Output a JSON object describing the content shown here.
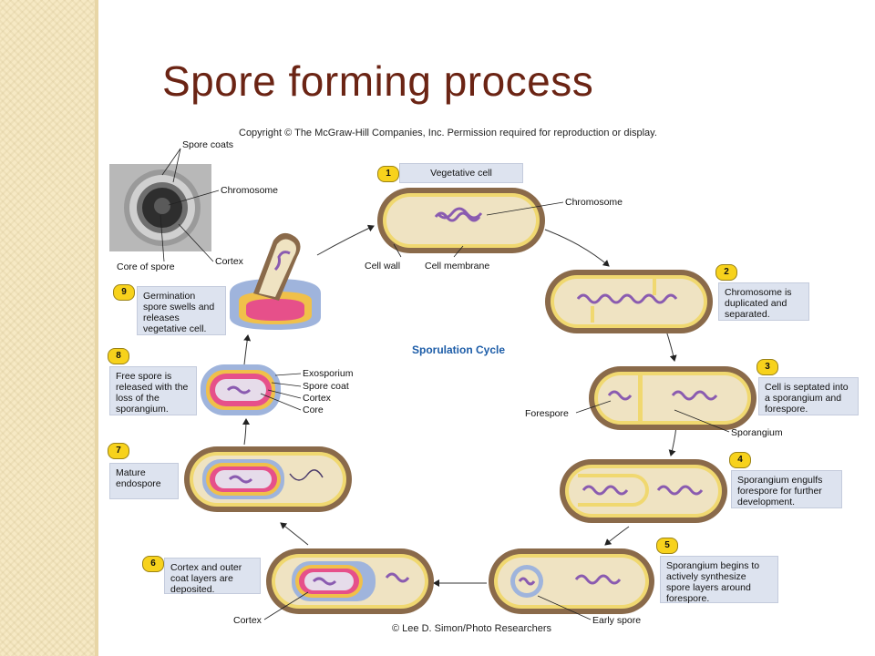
{
  "title": "Spore forming process",
  "copyright": "Copyright © The McGraw-Hill Companies, Inc. Permission required for reproduction or display.",
  "credit": "© Lee D. Simon/Photo Researchers",
  "cycle_label": "Sporulation Cycle",
  "micrograph_labels": {
    "spore_coats": "Spore coats",
    "chromosome": "Chromosome",
    "cortex": "Cortex",
    "core": "Core of spore"
  },
  "steps": [
    {
      "num": "1",
      "text": "Vegetative cell"
    },
    {
      "num": "2",
      "text": "Chromosome is duplicated and separated."
    },
    {
      "num": "3",
      "text": "Cell is septated into a sporangium and forespore."
    },
    {
      "num": "4",
      "text": "Sporangium engulfs forespore for further development."
    },
    {
      "num": "5",
      "text": "Sporangium begins to actively synthesize spore layers around forespore."
    },
    {
      "num": "6",
      "text": "Cortex and outer coat layers are deposited."
    },
    {
      "num": "7",
      "text": "Mature endospore"
    },
    {
      "num": "8",
      "text": "Free spore is released with the loss of the sporangium."
    },
    {
      "num": "9",
      "text": "Germination spore swells and releases vegetative cell."
    }
  ],
  "part_labels": {
    "chromosome": "Chromosome",
    "cell_wall": "Cell wall",
    "cell_membrane": "Cell membrane",
    "forespore": "Forespore",
    "sporangium": "Sporangium",
    "early_spore": "Early spore",
    "cortex": "Cortex",
    "exosporium": "Exosporium",
    "spore_coat": "Spore coat",
    "cortex8": "Cortex",
    "core": "Core"
  },
  "colors": {
    "title": "#6b2414",
    "cell_wall": "#8a6a4a",
    "membrane": "#f0d870",
    "cytoplasm": "#efe3c2",
    "chromosome": "#8a5bb0",
    "step_badge": "#f7d21c",
    "step_box": "#dde3ef",
    "cycle_label": "#1d5da8"
  }
}
